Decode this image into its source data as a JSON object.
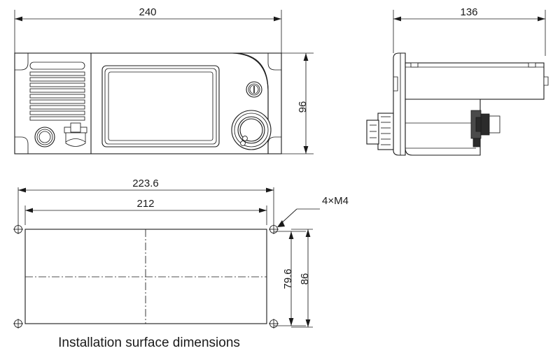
{
  "drawing": {
    "title": "Installation surface dimensions",
    "units": "mm",
    "line_color": "#1a1a1a",
    "background": "#ffffff"
  },
  "views": {
    "front": {
      "name": "front-view",
      "dimensions": {
        "width": "240",
        "height": "96"
      },
      "features": {
        "speaker_grille": "speaker-grille",
        "display": "lcd-display",
        "power_button": "power-button",
        "rotary_knob": "rotary-knob",
        "volume_knob": "volume-knob",
        "mic_connector": "mic-connector"
      }
    },
    "side": {
      "name": "side-view",
      "dimensions": {
        "depth": "136"
      },
      "features": {
        "knurled_knob": "knurled-knob",
        "rear_connector": "rear-connector",
        "mounting_flange": "mounting-flange"
      }
    },
    "installation": {
      "name": "installation-surface-view",
      "caption": "Installation surface dimensions",
      "dimensions": {
        "outer_width": "223.6",
        "hole_spacing_width": "212",
        "hole_spacing_height": "79.6",
        "outer_height": "86"
      },
      "notes": {
        "screw_callout": "4×M4"
      },
      "hole_count": 4
    }
  }
}
